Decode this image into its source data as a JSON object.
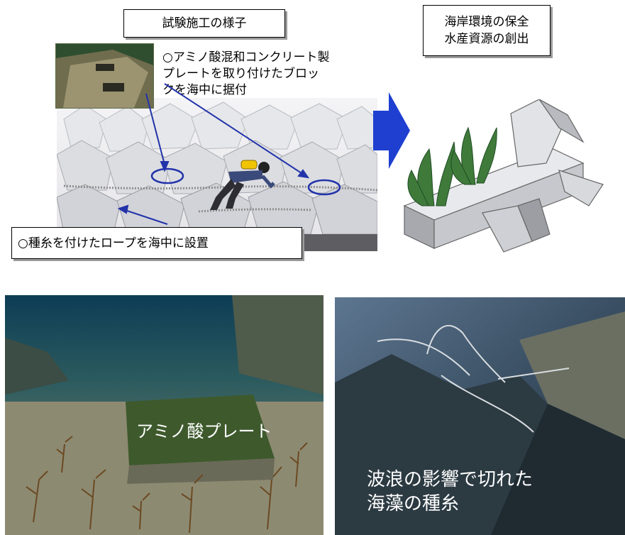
{
  "top": {
    "title_box": "試験施工の様子",
    "goal_box": "海岸環境の保全\n水産資源の創出",
    "plate_caption": "○アミノ酸混和コンクリート製\nプレートを取り付けたブロッ\nクを海中に据付",
    "rope_caption": "○種糸を付けたロープを海中に設置"
  },
  "bottom": {
    "left_label": "アミノ酸プレート",
    "right_label": "波浪の影響で切れた\n海藻の種糸"
  },
  "colors": {
    "arrow_blue": "#1f3fd1",
    "annotation_line": "#2233aa",
    "concrete": "#d9dadd"
  },
  "icons": [
    "right-arrow-icon",
    "seaweed-icon",
    "diver-icon"
  ]
}
